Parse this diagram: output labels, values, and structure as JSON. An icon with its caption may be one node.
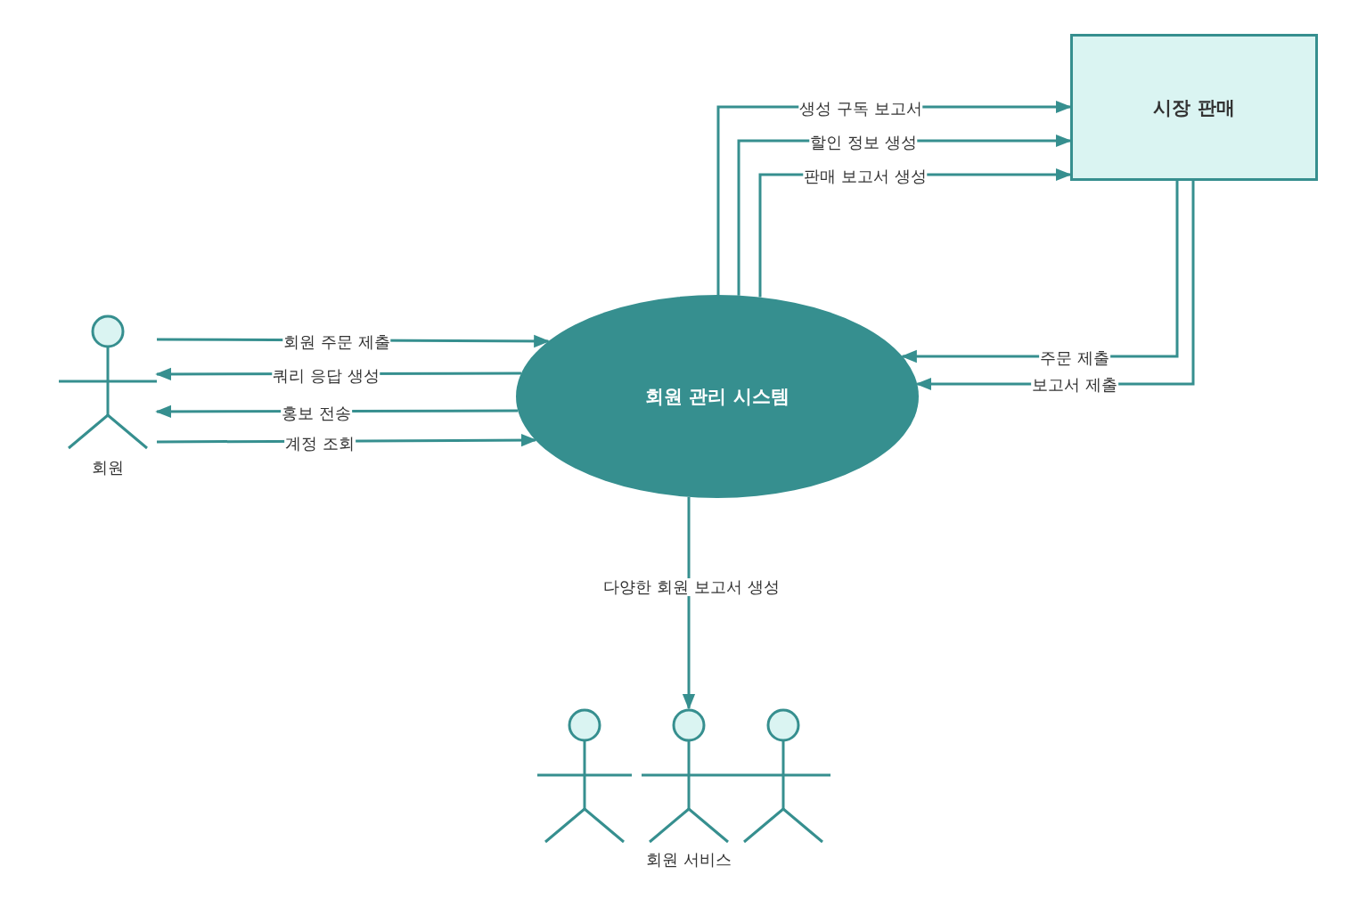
{
  "diagram": {
    "nodes": [
      {
        "text": [
          "회원"
        ]
      },
      {
        "text": [
          "회원 관리 시스템"
        ]
      },
      {
        "text": [
          "시장 판매"
        ]
      },
      {
        "text": [],
        "shape": "person"
      },
      {
        "text": [
          "회원 서비스"
        ]
      },
      {
        "text": [],
        "shape": "person"
      }
    ],
    "edges": [
      {
        "from": 0,
        "to": 1,
        "arrow": "to",
        "label": "회원 주문 제출"
      },
      {
        "from": 1,
        "to": 0,
        "arrow": "to",
        "label": "쿼리 응답 생성"
      },
      {
        "from": 1,
        "to": 0,
        "arrow": "to",
        "label": "홍보 전송"
      },
      {
        "from": 0,
        "to": 1,
        "arrow": "to",
        "label": "계정 조회"
      },
      {
        "from": 1,
        "to": 2,
        "arrow": "to",
        "label": "생성 구독 보고서"
      },
      {
        "from": 1,
        "to": 2,
        "arrow": "to",
        "label": "할인 정보 생성"
      },
      {
        "from": 1,
        "to": 2,
        "arrow": "to",
        "label": "판매 보고서 생성"
      },
      {
        "from": 2,
        "to": 1,
        "arrow": "to",
        "label": "주문 제출"
      },
      {
        "from": 2,
        "to": 1,
        "arrow": "to",
        "label": "보고서 제출"
      },
      {
        "from": 1,
        "to": 4,
        "arrow": "to",
        "label": "다양한 회원 보고서 생성"
      }
    ]
  }
}
